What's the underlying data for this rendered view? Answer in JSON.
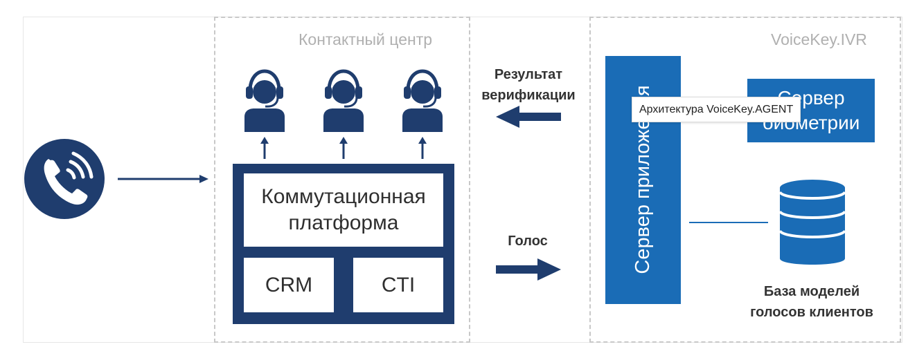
{
  "zones": {
    "contact_center_title": "Контактный центр",
    "voicekey_ivr_title": "VoiceKey.IVR"
  },
  "platform": {
    "switching_label": "Коммутационная платформа",
    "crm_label": "CRM",
    "cti_label": "CTI"
  },
  "arrows": {
    "verification_result_label": "Результат верификации",
    "voice_label": "Голос"
  },
  "servers": {
    "application_server_label": "Сервер приложения",
    "biometrics_server_label": "Сервер биометрии"
  },
  "database": {
    "label": "База моделей голосов клиентов"
  },
  "tooltip": {
    "text": "Архитектура VoiceKey.AGENT"
  },
  "icons": {
    "phone": "phone-icon",
    "operator": "headset-operator-icon",
    "database": "database-icon"
  },
  "colors": {
    "navy": "#1f3d6e",
    "blue": "#1a6cb6",
    "dashed_border": "#c8c8c8",
    "zone_title": "#b0b0b0"
  }
}
